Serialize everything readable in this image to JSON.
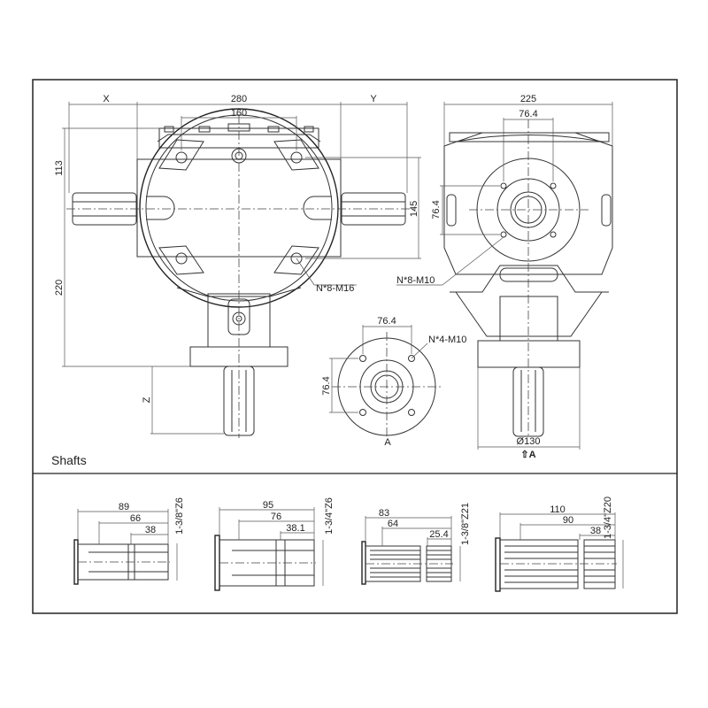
{
  "section_label": "Shafts",
  "front_view": {
    "dim_x": "X",
    "dim_280": "280",
    "dim_y": "Y",
    "dim_160": "160",
    "dim_113": "113",
    "dim_220": "220",
    "dim_z": "Z",
    "dim_145": "145",
    "bolt_note": "N*8-M16"
  },
  "side_view": {
    "dim_225": "225",
    "dim_76_4_top": "76.4",
    "dim_76_4_side": "76.4",
    "bolt_note": "N*8-M10",
    "dim_diameter": "Ø130",
    "view_arrow": "⇧A"
  },
  "flange_view": {
    "dim_76_4_h": "76.4",
    "dim_76_4_v": "76.4",
    "bolt_note": "N*4-M10",
    "view_label": "A"
  },
  "shafts": [
    {
      "l1": "89",
      "l2": "66",
      "l3": "38",
      "spec": "1-3/8\"Z6"
    },
    {
      "l1": "95",
      "l2": "76",
      "l3": "38.1",
      "spec": "1-3/4\"Z6"
    },
    {
      "l1": "83",
      "l2": "64",
      "l3": "25.4",
      "spec": "1-3/8\"Z21"
    },
    {
      "l1": "110",
      "l2": "90",
      "l3": "38",
      "spec": "1-3/4\"Z20"
    }
  ]
}
